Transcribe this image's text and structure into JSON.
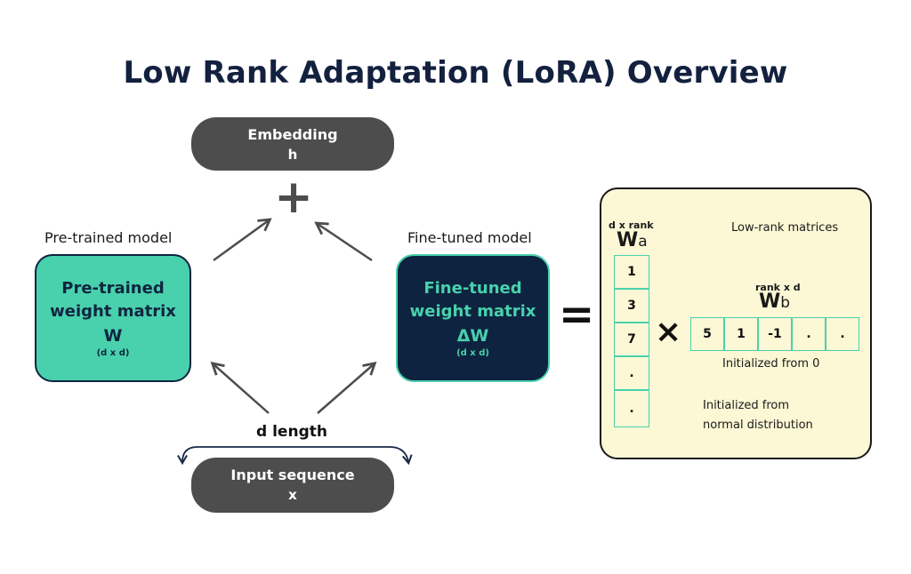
{
  "title": "Low Rank Adaptation (LoRA) Overview",
  "embedding": {
    "label": "Embedding",
    "symbol": "h"
  },
  "plus": "+",
  "pretrained": {
    "caption": "Pre-trained model",
    "line1": "Pre-trained",
    "line2": "weight matrix",
    "symbol": "W",
    "dims": "(d x d)"
  },
  "finetuned": {
    "caption": "Fine-tuned model",
    "line1": "Fine-tuned",
    "line2": "weight matrix",
    "symbol": "ΔW",
    "dims": "(d x d)"
  },
  "equals": "=",
  "length_label": "d length",
  "input": {
    "label": "Input sequence",
    "symbol": "x"
  },
  "lora": {
    "wa": {
      "dims": "d x rank",
      "symbol": "W",
      "sub": "a",
      "values": [
        "1",
        "3",
        "7",
        ".",
        "."
      ]
    },
    "times": "×",
    "wb": {
      "dims": "rank x d",
      "symbol": "W",
      "sub": "b",
      "values": [
        "5",
        "1",
        "-1",
        ".",
        "."
      ]
    },
    "low_rank_note": "Low-rank matrices",
    "wb_note": "Initialized from 0",
    "wa_note_1": "Initialized from",
    "wa_note_2": "normal distribution"
  }
}
